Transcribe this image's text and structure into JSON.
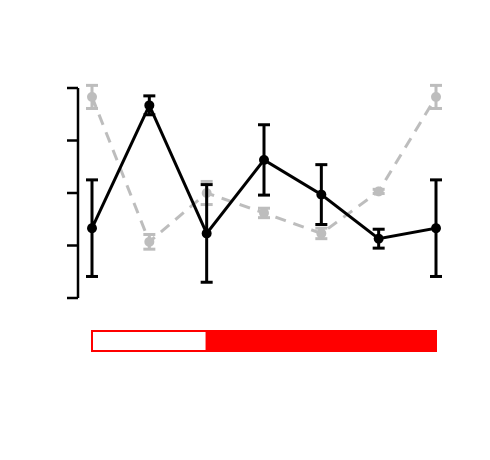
{
  "chart_data": {
    "type": "line",
    "title": "",
    "xlabel": "",
    "ylabel": "",
    "x": [
      1,
      2,
      3,
      4,
      5,
      6,
      7
    ],
    "ylim": [
      0,
      4
    ],
    "grid": false,
    "legend": "none",
    "y_ticks_labeled": false,
    "series": [
      {
        "color": "#000000",
        "dashed": false,
        "values": [
          1.33,
          3.67,
          1.23,
          2.63,
          1.97,
          1.13,
          1.33
        ],
        "err_low": [
          0.92,
          0.18,
          0.93,
          0.67,
          0.57,
          0.18,
          0.92
        ],
        "err_high": [
          0.92,
          0.18,
          0.93,
          0.67,
          0.57,
          0.18,
          0.92
        ]
      },
      {
        "color": "#bdbdbd",
        "dashed": true,
        "values": [
          3.83,
          1.07,
          2.0,
          1.62,
          1.23,
          2.03,
          3.83
        ],
        "err_low": [
          0.22,
          0.14,
          0.22,
          0.09,
          0.1,
          0.04,
          0.22
        ],
        "err_high": [
          0.22,
          0.14,
          0.22,
          0.09,
          0.1,
          0.04,
          0.22
        ]
      }
    ],
    "progress_bar": {
      "fraction_unfilled": 0.333,
      "fill_color": "#ff0000",
      "border_color": "#ff0000"
    }
  }
}
